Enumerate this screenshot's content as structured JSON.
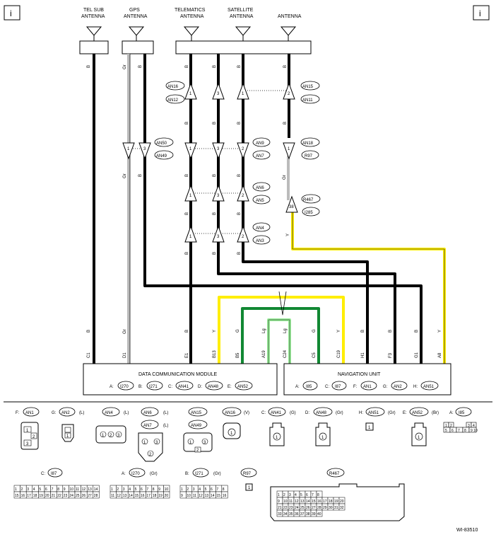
{
  "corner_mark": "i",
  "antennas": {
    "tel_sub": "TEL SUB ANTENNA",
    "gps": "GPS ANTENNA",
    "telematics": "TELEMATICS ANTENNA",
    "satellite": "SATELLITE ANTENNA",
    "antenna": "ANTENNA"
  },
  "wire_colors": {
    "B": "B",
    "Gr": "Gr",
    "Y": "Y",
    "G": "G",
    "Lg": "Lg"
  },
  "colors": {
    "black": "#000000",
    "gray": "#bbbbbb",
    "yellow": "#ffee00",
    "green": "#118833",
    "light_green": "#99ee99"
  },
  "connectors": {
    "AN16": "AN16",
    "AN12": "AN12",
    "AN15": "AN15",
    "AN11": "AN11",
    "AN50": "AN50",
    "AN49": "AN49",
    "AN9": "AN9",
    "AN7": "AN7",
    "AN18": "AN18",
    "R97": "R97",
    "AN6": "AN6",
    "AN5": "AN5",
    "R467": "R467",
    "I285": "I285",
    "AN4": "AN4",
    "AN3": "AN3"
  },
  "pins": {
    "p1": "1",
    "p2": "2",
    "p3": "3",
    "p38": "38"
  },
  "bottom_pins": [
    "C1",
    "D1",
    "E1",
    "B13",
    "B5",
    "A19",
    "C24",
    "C5",
    "C19",
    "H1",
    "F3",
    "G1",
    "A8"
  ],
  "dcm": {
    "title": "DATA COMMUNICATION MODULE",
    "a": "A:",
    "a_id": "I270",
    "b": "B:",
    "b_id": "I271",
    "c": "C:",
    "c_id": "AN41",
    "d": "D:",
    "d_id": "AN48",
    "e": "E:",
    "e_id": "AN52"
  },
  "nav": {
    "title": "NAVIGATION UNIT",
    "a": "A:",
    "a_id": "I85",
    "c": "C:",
    "c_id": "I87",
    "f": "F:",
    "f_id": "AN1",
    "g": "G:",
    "g_id": "AN2",
    "h": "H:",
    "h_id": "AN51"
  },
  "legend": {
    "f": "F:",
    "an1": "AN1",
    "g": "G:",
    "an2": "AN2",
    "l": "(L)",
    "an4": "AN4",
    "an6": "AN6",
    "an7": "AN7",
    "an15": "AN15",
    "an49": "AN49",
    "an16": "AN16",
    "v": "(V)",
    "c": "C:",
    "an41": "AN41",
    "gg": "(G)",
    "d": "D:",
    "an48": "AN48",
    "gr": "(Gr)",
    "h": "H:",
    "an51": "AN51",
    "e": "E:",
    "an52": "AN52",
    "br": "(Br)",
    "a": "A:",
    "i85": "I85",
    "i87": "I87",
    "i270": "I270",
    "b": "B:",
    "i271": "I271",
    "r97": "R97",
    "r467": "R467"
  },
  "figure_code": "WI-83510"
}
